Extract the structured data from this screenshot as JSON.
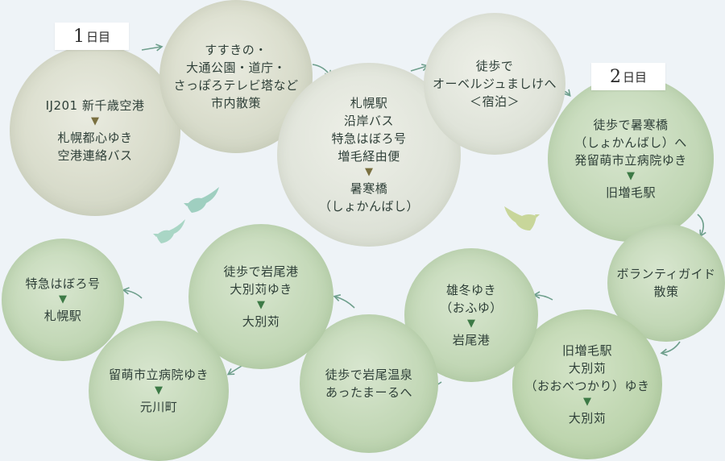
{
  "day_labels": [
    {
      "num": "1",
      "suffix": "日目"
    },
    {
      "num": "2",
      "suffix": "日目"
    }
  ],
  "steps": [
    {
      "lines": [
        "IJ201 新千歳空港",
        "▼",
        "札幌都心ゆき",
        "空港連絡バス"
      ]
    },
    {
      "lines": [
        "すすきの・",
        "大通公園・道庁・",
        "さっぽろテレビ塔など",
        "市内散策"
      ]
    },
    {
      "lines": [
        "札幌駅",
        "沿岸バス",
        "特急はぼろ号",
        "増毛経由便",
        "▼",
        "暑寒橋",
        "（しょかんばし）"
      ]
    },
    {
      "lines": [
        "徒歩で",
        "オーベルジュましけへ",
        "＜宿泊＞"
      ]
    },
    {
      "lines": [
        "徒歩で暑寒橋",
        "（しょかんばし）へ",
        "発留萌市立病院ゆき",
        "▼",
        "旧増毛駅"
      ]
    },
    {
      "lines": [
        "ボランティガイド",
        "散策"
      ]
    },
    {
      "lines": [
        "旧増毛駅",
        "大別苅",
        "（おおべつかり）ゆき",
        "▼",
        "大別苅"
      ]
    },
    {
      "lines": [
        "雄冬ゆき",
        "（おふゆ）",
        "▼",
        "岩尾港"
      ]
    },
    {
      "lines": [
        "徒歩で岩尾温泉",
        "あったまーるへ"
      ]
    },
    {
      "lines": [
        "徒歩で岩尾港",
        "大別苅ゆき",
        "▼",
        "大別苅"
      ]
    },
    {
      "lines": [
        "留萌市立病院ゆき",
        "▼",
        "元川町"
      ]
    },
    {
      "lines": [
        "特急はぼろ号",
        "▼",
        "札幌駅"
      ]
    }
  ],
  "colors": {
    "background": "#eef3f7",
    "arrow": "#6e9f8c",
    "bird_teal": "#9fcfc0",
    "bird_green": "#c8d69a",
    "triangle_day1": "#7a7040",
    "triangle_day2": "#3d7a46"
  },
  "icons": [
    "bird-icon",
    "arrow-icon",
    "triangle-down-icon"
  ]
}
